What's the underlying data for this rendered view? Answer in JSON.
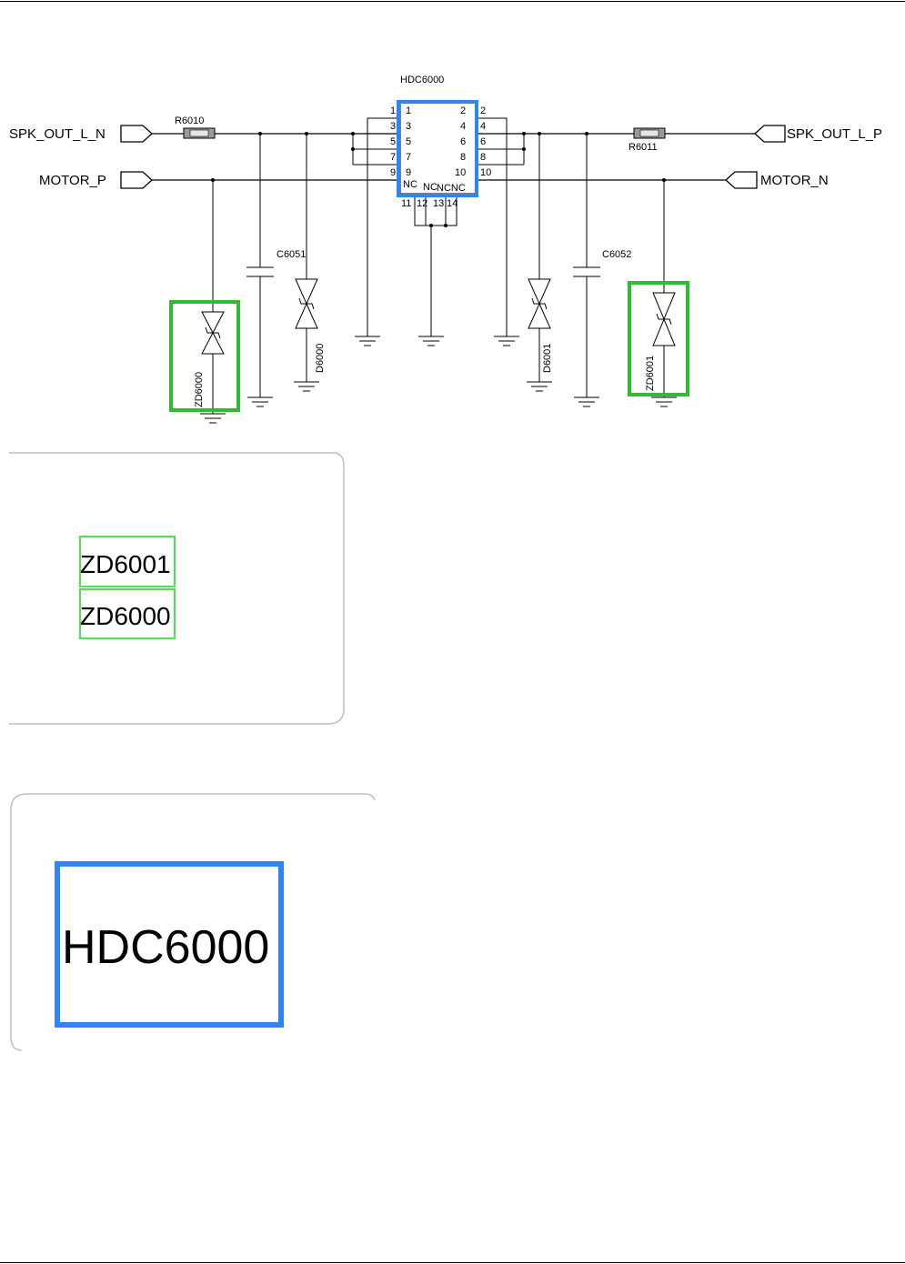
{
  "schematic": {
    "ic": {
      "name": "HDC6000",
      "pins_left": [
        "1",
        "3",
        "5",
        "7",
        "9"
      ],
      "pins_left_inner": [
        "1",
        "3",
        "5",
        "7",
        "9"
      ],
      "pins_right": [
        "2",
        "4",
        "6",
        "8",
        "10"
      ],
      "pins_right_inner": [
        "2",
        "4",
        "6",
        "8",
        "10"
      ],
      "bottom_pins": [
        "11",
        "12",
        "13",
        "14"
      ],
      "nc_left": "NC",
      "nc_mid": "NC",
      "nc_right": "NCNC"
    },
    "ports": {
      "spk_out_l_n": "SPK_OUT_L_N",
      "motor_p": "MOTOR_P",
      "spk_out_l_p": "SPK_OUT_L_P",
      "motor_n": "MOTOR_N"
    },
    "resistors": {
      "r6010": "R6010",
      "r6011": "R6011"
    },
    "capacitors": {
      "c6051": "C6051",
      "c6052": "C6052"
    },
    "diodes": {
      "zd6000": "ZD6000",
      "d6000": "D6000",
      "d6001": "D6001",
      "zd6001": "ZD6001"
    }
  },
  "callouts": {
    "green_labels": [
      "ZD6001",
      "ZD6000"
    ],
    "blue_label": "HDC6000"
  },
  "colors": {
    "green_highlight": "#2ebd2e",
    "blue_highlight": "#2f86f0",
    "callout_border": "#bdbdbd"
  }
}
